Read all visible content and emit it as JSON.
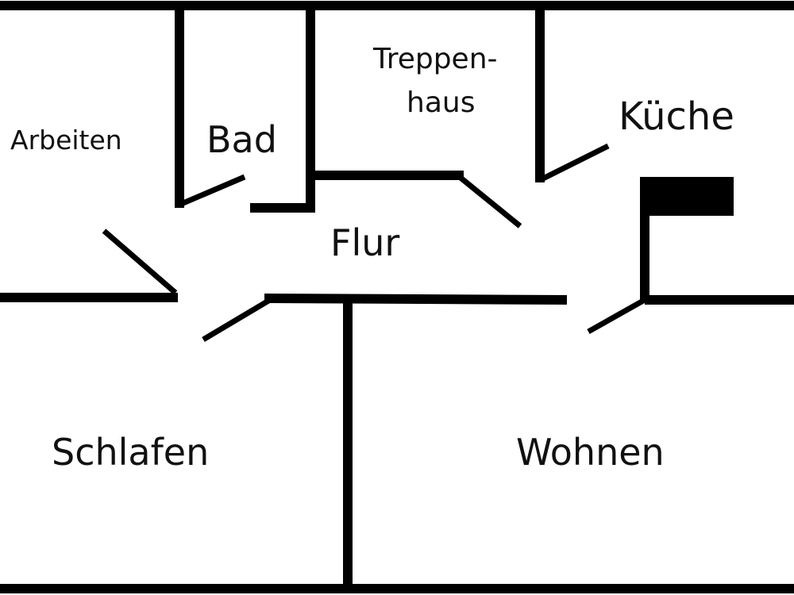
{
  "rooms": {
    "arbeiten": "Arbeiten",
    "bad": "Bad",
    "treppenhaus_line1": "Treppen-",
    "treppenhaus_line2": "haus",
    "kueche": "Küche",
    "flur": "Flur",
    "schlafen": "Schlafen",
    "wohnen": "Wohnen"
  },
  "colors": {
    "wall": "#000000",
    "background": "#ffffff",
    "text": "#111111"
  }
}
